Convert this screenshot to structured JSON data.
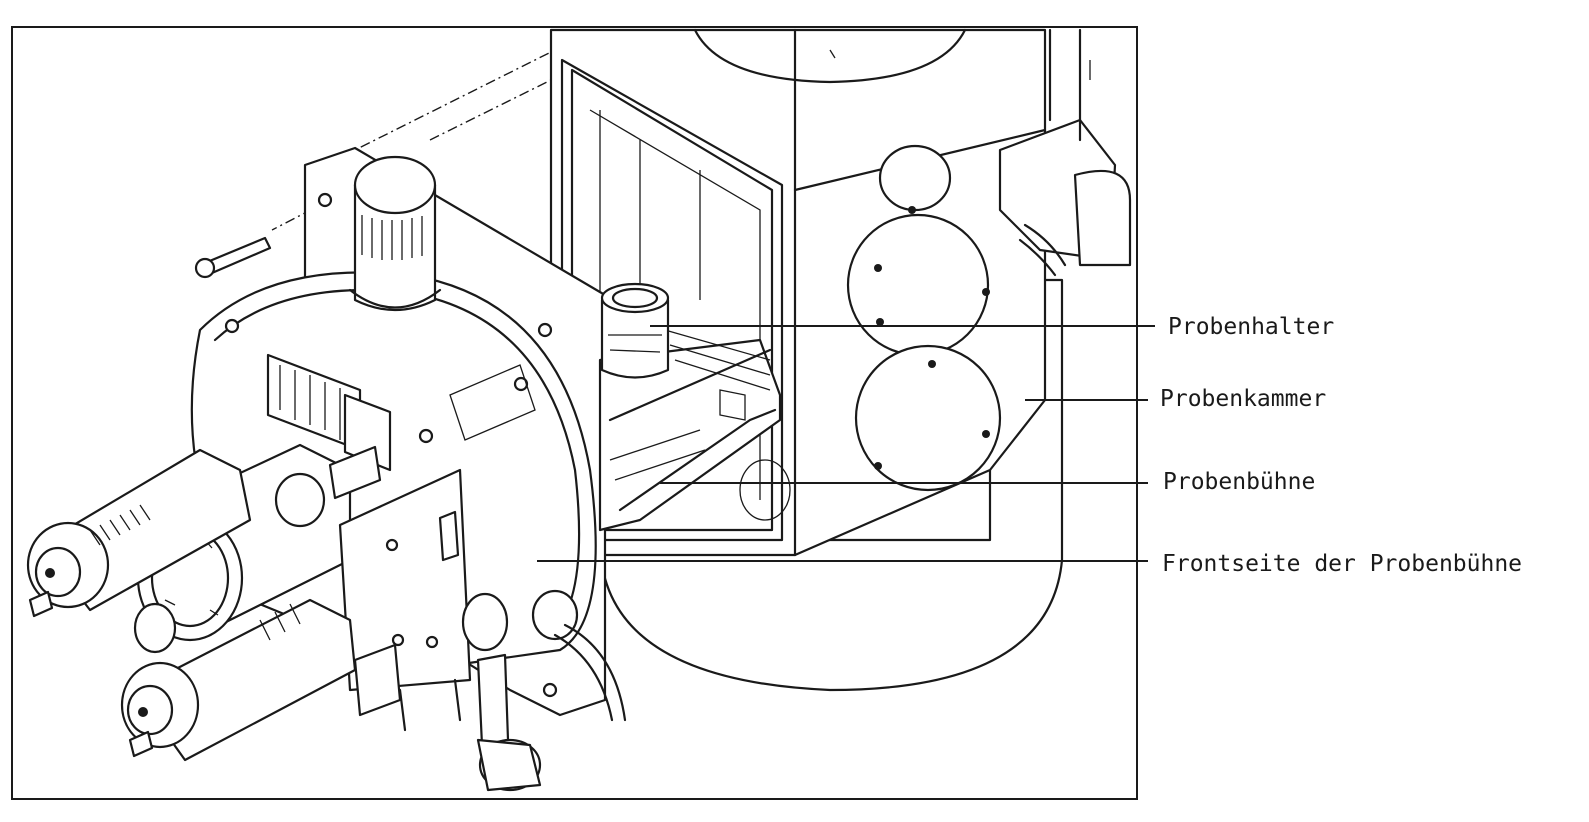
{
  "callouts": [
    {
      "id": "probenhalter",
      "label": "Probenhalter"
    },
    {
      "id": "probenkammer",
      "label": "Probenkammer"
    },
    {
      "id": "probenbuehne",
      "label": "Probenbühne"
    },
    {
      "id": "frontseite",
      "label": "Frontseite der Probenbühne"
    }
  ],
  "colors": {
    "ink": "#1a1a1a",
    "paper": "#ffffff"
  }
}
